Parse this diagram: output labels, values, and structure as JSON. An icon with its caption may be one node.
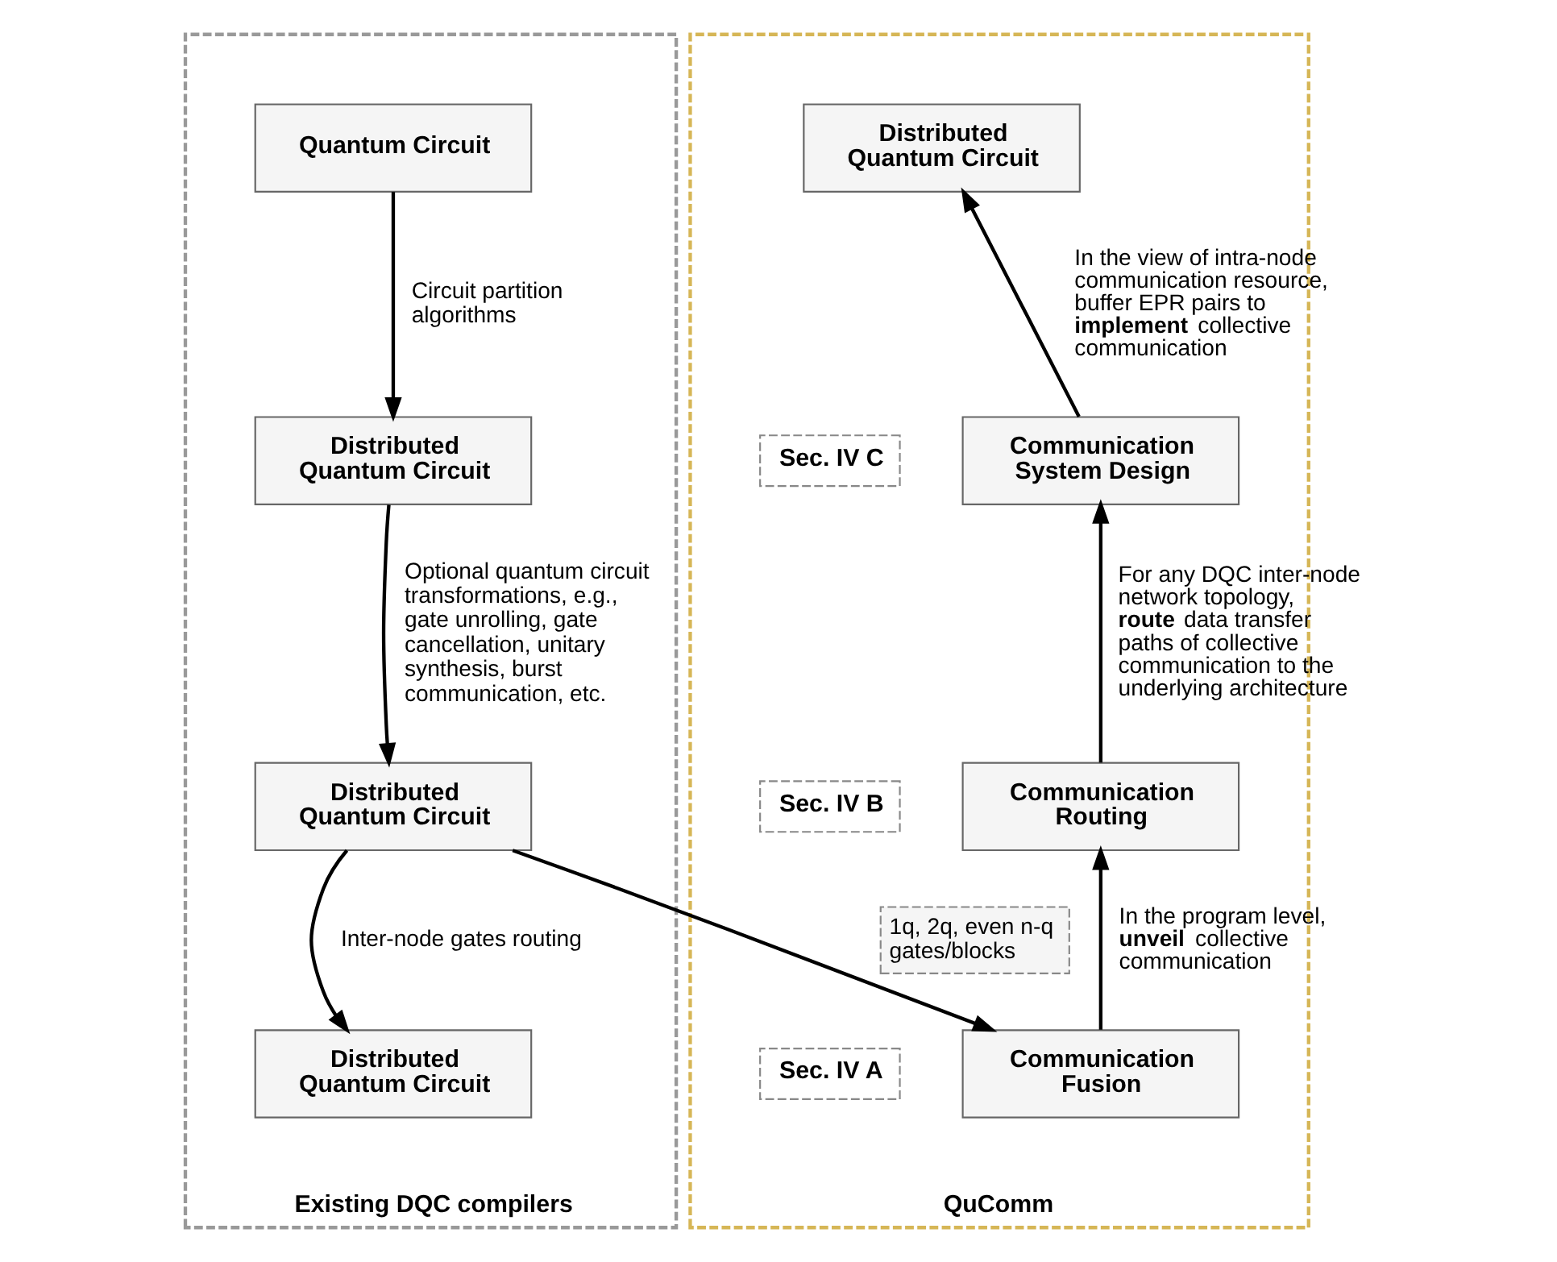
{
  "diagram": {
    "nodes": [
      {
        "text": [
          "Existing DQC compilers"
        ]
      },
      {
        "text": [
          "Quantum Circuit"
        ],
        "in": 0
      },
      {
        "text": [
          "Distributed Quantum Circuit"
        ],
        "in": 0
      },
      {
        "text": [
          "Distributed Quantum Circuit"
        ],
        "in": 0
      },
      {
        "text": [
          "Distributed Quantum Circuit"
        ],
        "in": 0
      },
      {
        "text": [
          "QuComm"
        ]
      },
      {
        "text": [
          "Distributed Quantum Circuit"
        ],
        "in": 5
      },
      {
        "text": [
          "Communication System Design"
        ],
        "in": 5
      },
      {
        "text": [
          "Communication Routing"
        ],
        "in": 5
      },
      {
        "text": [
          "Communication Fusion"
        ],
        "in": 5
      },
      {
        "text": [
          "Sec. IV C"
        ],
        "in": 5
      },
      {
        "text": [
          "Sec. IV B"
        ],
        "in": 5
      },
      {
        "text": [
          "Sec. IV A"
        ],
        "in": 5
      }
    ],
    "edges": [
      {
        "from": 1,
        "to": 2,
        "arrow": "to",
        "label": "Circuit partition algorithms"
      },
      {
        "from": 2,
        "to": 3,
        "arrow": "to",
        "label": "Optional quantum circuit transformations, e.g., gate unrolling, gate cancellation, unitary synthesis, burst communication, etc."
      },
      {
        "from": 3,
        "to": 4,
        "arrow": "to",
        "label": "Inter-node gates routing"
      },
      {
        "from": 3,
        "to": 9,
        "arrow": "to",
        "label": "1q, 2q, even n-q gates/blocks"
      },
      {
        "from": 9,
        "to": 8,
        "arrow": "to",
        "label": "In the program level, **unveil** collective communication"
      },
      {
        "from": 8,
        "to": 7,
        "arrow": "to",
        "label": "For any DQC inter-node network topology, **route** data transfer paths of collective communication to the underlying architecture"
      },
      {
        "from": 7,
        "to": 6,
        "arrow": "to",
        "label": "In the view of intra-node communication resource, buffer EPR pairs to **implement** collective communication"
      }
    ]
  }
}
